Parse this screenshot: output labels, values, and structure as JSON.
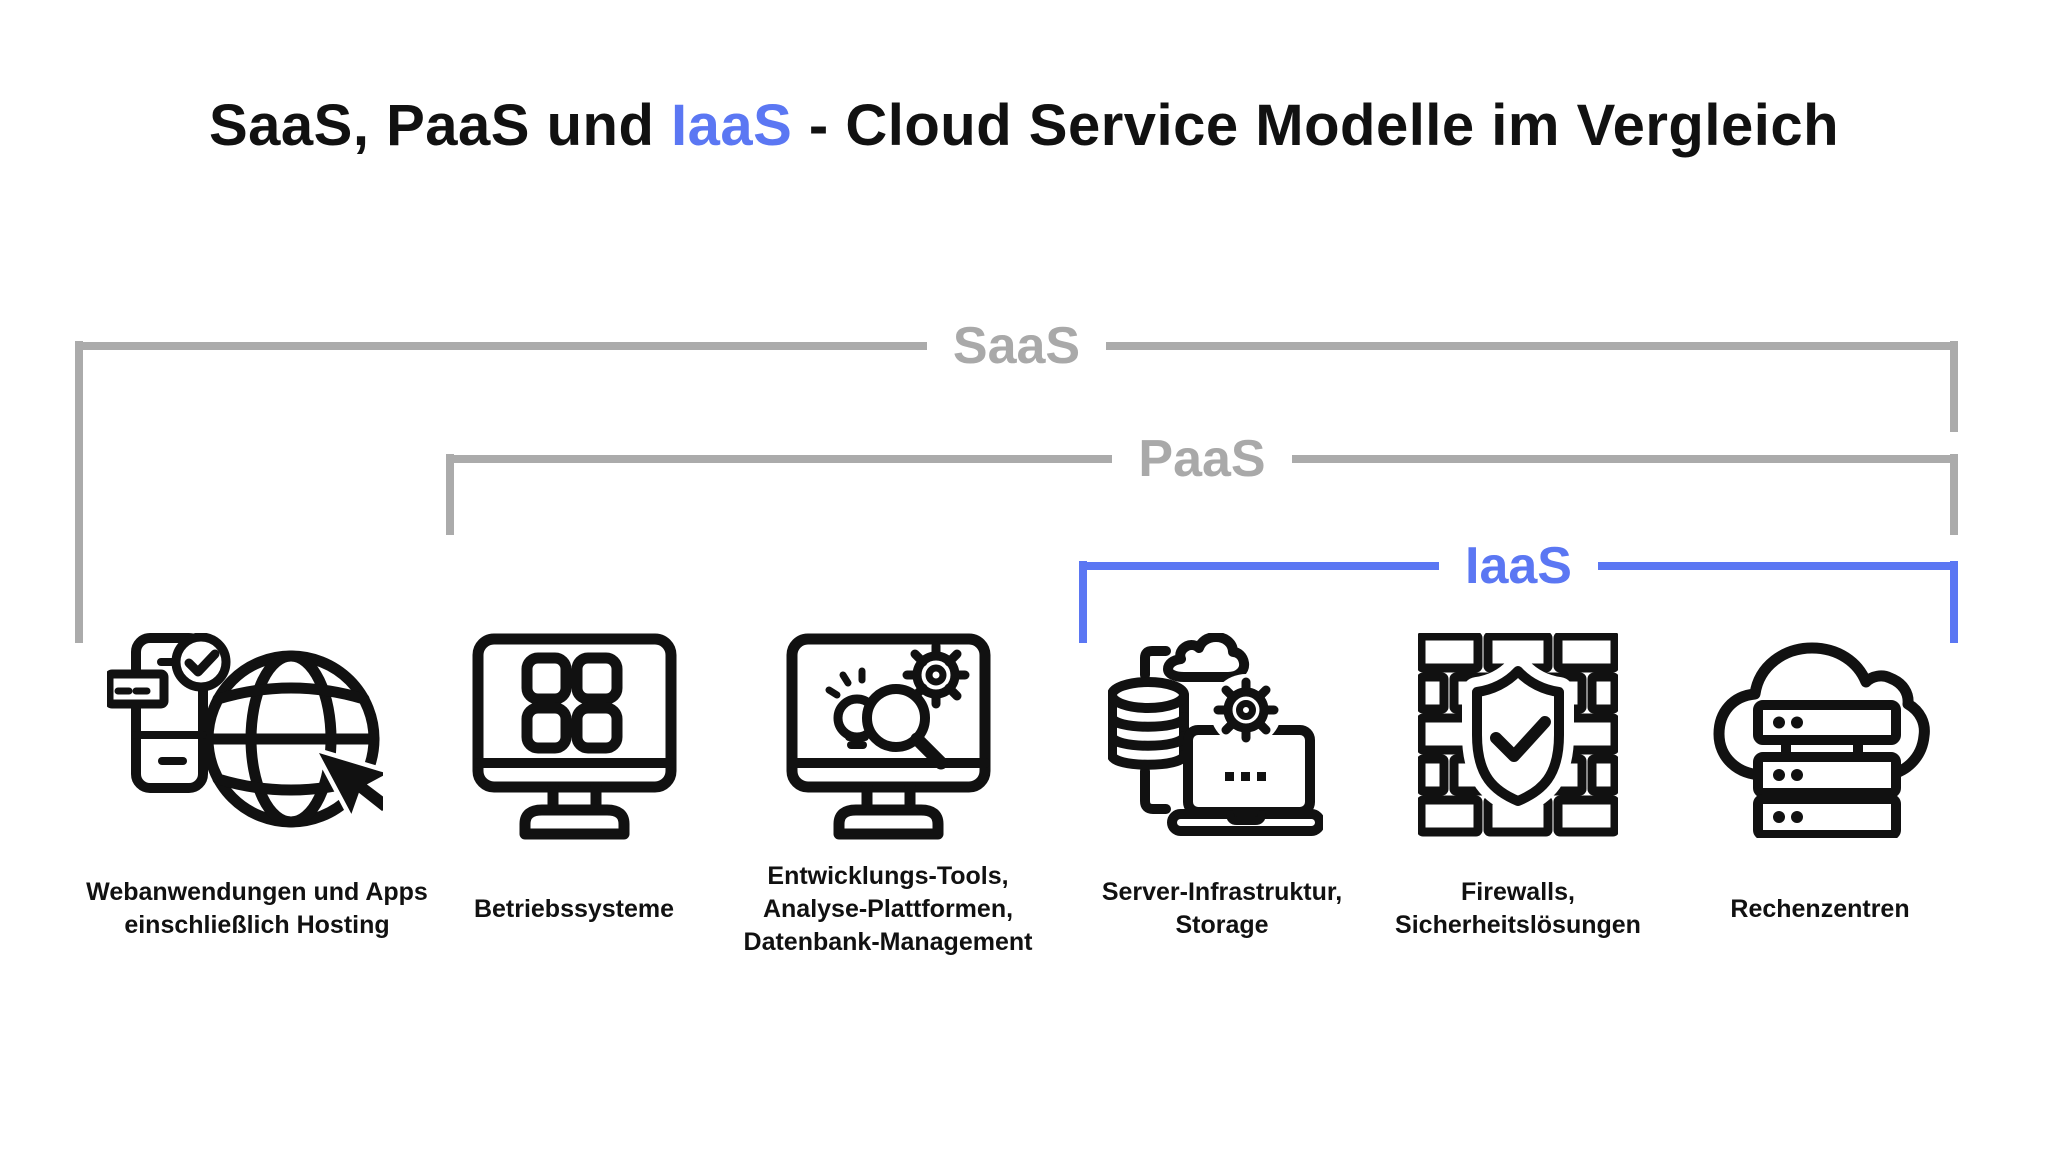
{
  "title": {
    "part1": "SaaS, PaaS und ",
    "highlight": "IaaS",
    "part2": " - Cloud Service Modelle im Vergleich"
  },
  "brackets": {
    "saas": {
      "label": "SaaS"
    },
    "paas": {
      "label": "PaaS"
    },
    "iaas": {
      "label": "IaaS"
    }
  },
  "items": [
    {
      "icon": "web-apps-globe-cursor-icon",
      "lines": [
        "Webanwendungen und Apps",
        "einschließlich Hosting"
      ]
    },
    {
      "icon": "monitor-app-grid-icon",
      "lines": [
        "Betriebssysteme"
      ]
    },
    {
      "icon": "monitor-dev-tools-icon",
      "lines": [
        "Entwicklungs-Tools,",
        "Analyse-Plattformen,",
        "Datenbank-Management"
      ]
    },
    {
      "icon": "cloud-database-laptop-icon",
      "lines": [
        "Server-Infrastruktur,",
        "Storage"
      ]
    },
    {
      "icon": "firewall-shield-icon",
      "lines": [
        "Firewalls,",
        "Sicherheitslösungen"
      ]
    },
    {
      "icon": "cloud-server-rack-icon",
      "lines": [
        "Rechenzentren"
      ]
    }
  ],
  "colors": {
    "accent_blue": "#5B77F3",
    "line_gray": "#ABABAB",
    "ink": "#111111",
    "background": "#FFFFFF"
  }
}
